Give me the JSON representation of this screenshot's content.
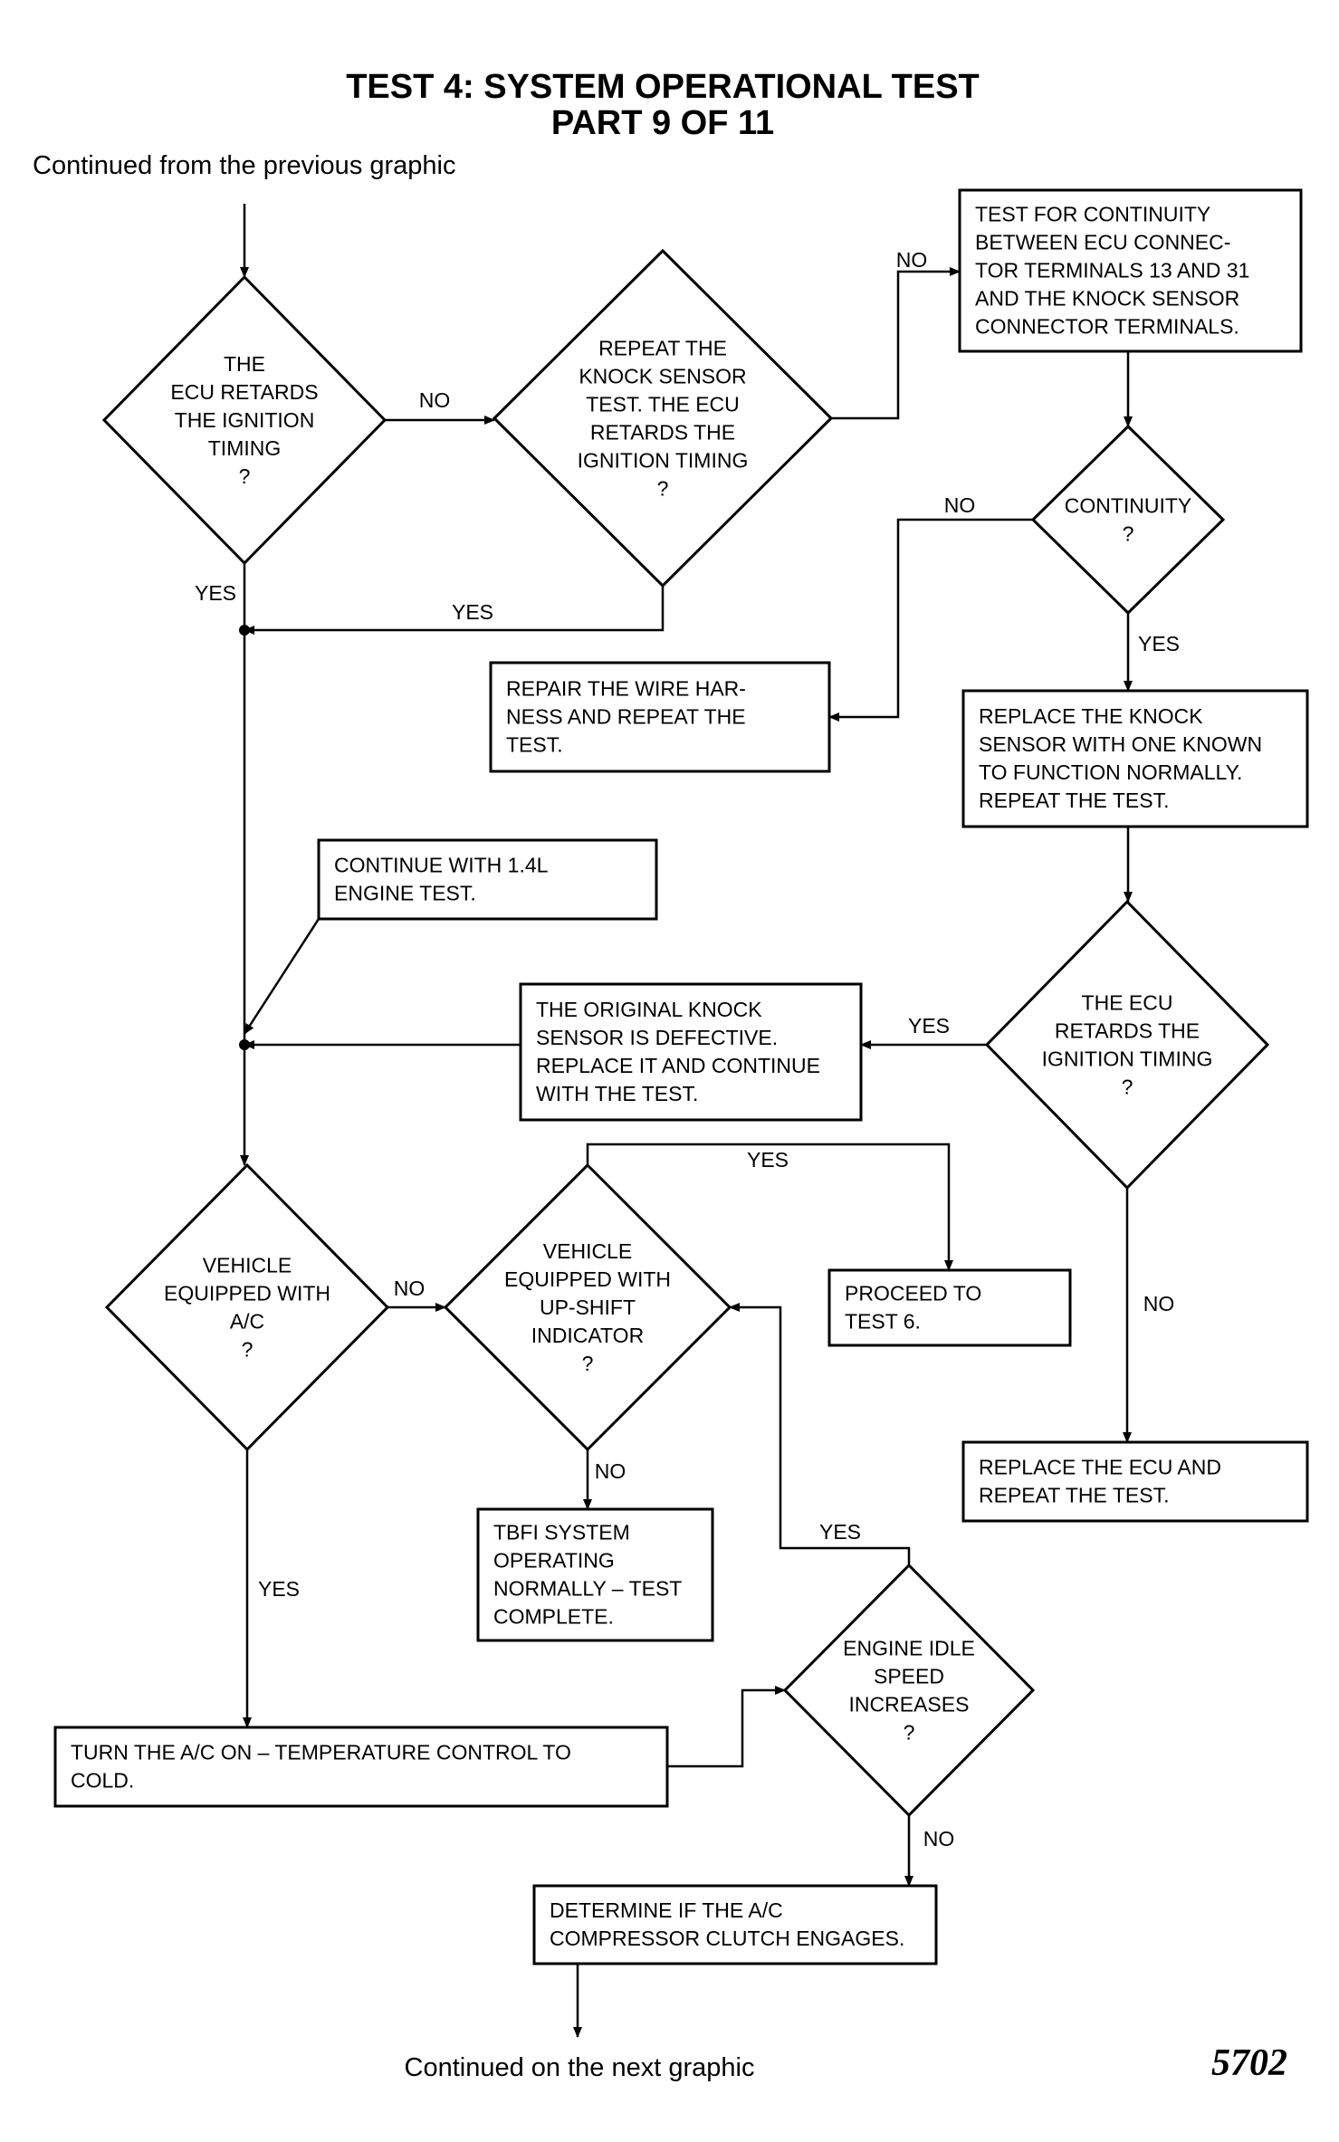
{
  "title": {
    "line1": "TEST 4: SYSTEM OPERATIONAL TEST",
    "line2": "PART 9 OF 11"
  },
  "continued_from": "Continued from the previous graphic",
  "continued_on": "Continued on the next graphic",
  "figure_number": "5702",
  "nodes": {
    "d_ecu_retards_1": {
      "type": "decision",
      "lines": [
        "THE",
        "ECU RETARDS",
        "THE IGNITION",
        "TIMING",
        "?"
      ]
    },
    "d_repeat_knock": {
      "type": "decision",
      "lines": [
        "REPEAT THE",
        "KNOCK SENSOR",
        "TEST. THE ECU",
        "RETARDS THE",
        "IGNITION TIMING",
        "?"
      ]
    },
    "b_test_continuity": {
      "type": "process",
      "lines": [
        "TEST FOR CONTINUITY",
        "BETWEEN ECU CONNEC-",
        "TOR TERMINALS 13 AND 31",
        "AND THE KNOCK SENSOR",
        "CONNECTOR TERMINALS."
      ]
    },
    "d_continuity": {
      "type": "decision",
      "lines": [
        "CONTINUITY",
        "?"
      ]
    },
    "b_repair_harness": {
      "type": "process",
      "lines": [
        "REPAIR THE WIRE HAR-",
        "NESS AND REPEAT THE",
        "TEST."
      ]
    },
    "b_replace_knock": {
      "type": "process",
      "lines": [
        "REPLACE THE KNOCK",
        "SENSOR WITH ONE KNOWN",
        "TO FUNCTION NORMALLY.",
        "REPEAT THE TEST."
      ]
    },
    "b_continue_14l": {
      "type": "process",
      "lines": [
        "CONTINUE WITH 1.4L",
        "ENGINE TEST."
      ]
    },
    "d_ecu_retards_2": {
      "type": "decision",
      "lines": [
        "THE ECU",
        "RETARDS THE",
        "IGNITION TIMING",
        "?"
      ]
    },
    "b_original_defective": {
      "type": "process",
      "lines": [
        "THE ORIGINAL KNOCK",
        "SENSOR IS DEFECTIVE.",
        "REPLACE IT AND CONTINUE",
        "WITH THE TEST."
      ]
    },
    "d_vehicle_ac": {
      "type": "decision",
      "lines": [
        "VEHICLE",
        "EQUIPPED WITH",
        "A/C",
        "?"
      ]
    },
    "d_vehicle_upshift": {
      "type": "decision",
      "lines": [
        "VEHICLE",
        "EQUIPPED WITH",
        "UP-SHIFT",
        "INDICATOR",
        "?"
      ]
    },
    "b_proceed_test6": {
      "type": "process",
      "lines": [
        "PROCEED TO",
        "TEST 6."
      ]
    },
    "b_replace_ecu": {
      "type": "process",
      "lines": [
        "REPLACE THE ECU AND",
        "REPEAT THE TEST."
      ]
    },
    "b_tbfi_normal": {
      "type": "process",
      "lines": [
        "TBFI SYSTEM",
        "OPERATING",
        "NORMALLY – TEST",
        "COMPLETE."
      ]
    },
    "d_idle_speed": {
      "type": "decision",
      "lines": [
        "ENGINE IDLE",
        "SPEED",
        "INCREASES",
        "?"
      ]
    },
    "b_turn_ac_on": {
      "type": "process",
      "lines": [
        "TURN THE A/C ON – TEMPERATURE CONTROL TO",
        "COLD."
      ]
    },
    "b_determine_clutch": {
      "type": "process",
      "lines": [
        "DETERMINE IF THE A/C",
        "COMPRESSOR CLUTCH ENGAGES."
      ]
    }
  },
  "edges": [
    {
      "id": "e_start",
      "from": "start",
      "to": "d_ecu_retards_1",
      "label": ""
    },
    {
      "id": "e_d1_no",
      "from": "d_ecu_retards_1",
      "to": "d_repeat_knock",
      "label": "NO"
    },
    {
      "id": "e_d1_yes",
      "from": "d_ecu_retards_1",
      "to": "j_main_1",
      "label": "YES"
    },
    {
      "id": "e_d2_no",
      "from": "d_repeat_knock",
      "to": "b_test_continuity",
      "label": "NO"
    },
    {
      "id": "e_d2_yes",
      "from": "d_repeat_knock",
      "to": "j_main_1",
      "label": "YES"
    },
    {
      "id": "e_b1_to_d3",
      "from": "b_test_continuity",
      "to": "d_continuity",
      "label": ""
    },
    {
      "id": "e_d3_no",
      "from": "d_continuity",
      "to": "b_repair_harness",
      "label": "NO"
    },
    {
      "id": "e_d3_yes",
      "from": "d_continuity",
      "to": "b_replace_knock",
      "label": "YES"
    },
    {
      "id": "e_b3_to_d4",
      "from": "b_replace_knock",
      "to": "d_ecu_retards_2",
      "label": ""
    },
    {
      "id": "e_d4_yes",
      "from": "d_ecu_retards_2",
      "to": "b_original_defective",
      "label": "YES"
    },
    {
      "id": "e_b5_to_j2",
      "from": "b_original_defective",
      "to": "j_main_2",
      "label": ""
    },
    {
      "id": "e_d4_no",
      "from": "d_ecu_retards_2",
      "to": "b_replace_ecu",
      "label": "NO"
    },
    {
      "id": "e_b4_to_j2",
      "from": "b_continue_14l",
      "to": "j_main_2",
      "label": ""
    },
    {
      "id": "e_j1_to_j2",
      "from": "j_main_1",
      "to": "j_main_2",
      "label": ""
    },
    {
      "id": "e_j2_to_d5",
      "from": "j_main_2",
      "to": "d_vehicle_ac",
      "label": ""
    },
    {
      "id": "e_d5_no",
      "from": "d_vehicle_ac",
      "to": "d_vehicle_upshift",
      "label": "NO"
    },
    {
      "id": "e_d5_yes",
      "from": "d_vehicle_ac",
      "to": "b_turn_ac_on",
      "label": "YES"
    },
    {
      "id": "e_d6_yes",
      "from": "d_vehicle_upshift",
      "to": "b_proceed_test6",
      "label": "YES"
    },
    {
      "id": "e_d6_no",
      "from": "d_vehicle_upshift",
      "to": "b_tbfi_normal",
      "label": "NO"
    },
    {
      "id": "e_b8_to_d7",
      "from": "b_turn_ac_on",
      "to": "d_idle_speed",
      "label": ""
    },
    {
      "id": "e_d7_yes",
      "from": "d_idle_speed",
      "to": "d_vehicle_upshift",
      "label": "YES"
    },
    {
      "id": "e_d7_no",
      "from": "d_idle_speed",
      "to": "b_determine_clutch",
      "label": "NO"
    },
    {
      "id": "e_end",
      "from": "b_determine_clutch",
      "to": "end",
      "label": ""
    }
  ]
}
